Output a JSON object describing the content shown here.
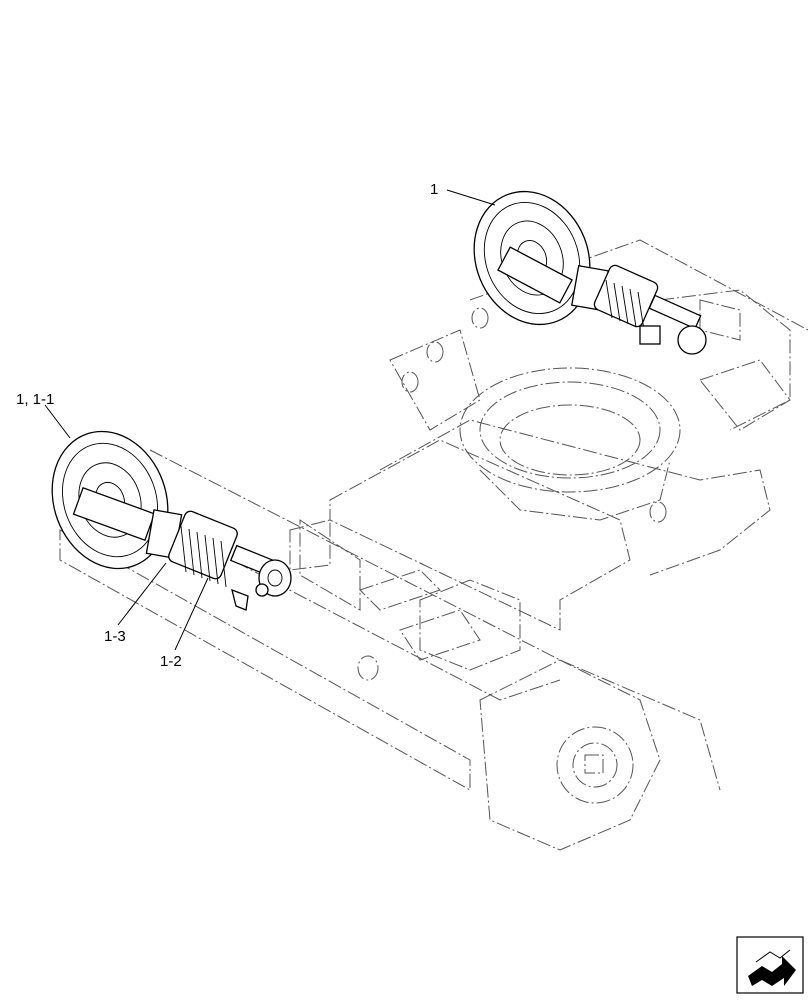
{
  "callouts": {
    "c1": "1",
    "c1_1_1": "1, 1-1",
    "c1_3": "1-3",
    "c1_2": "1-2"
  },
  "icons": {
    "nav": "next-page-arrow-icon"
  }
}
